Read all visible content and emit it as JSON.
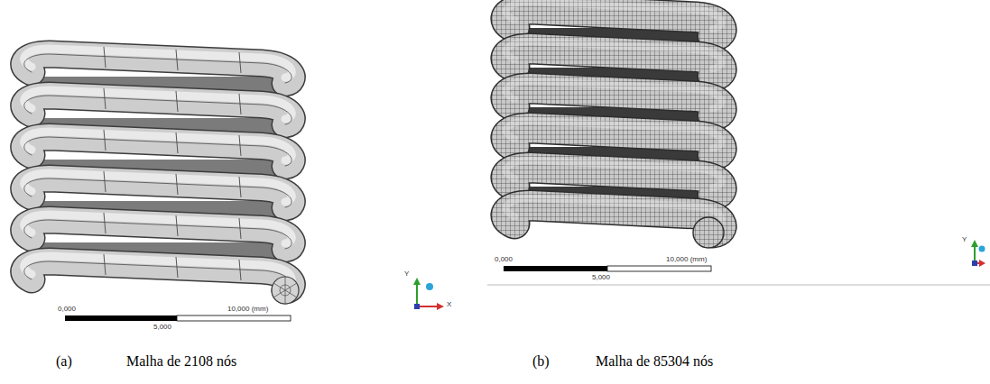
{
  "diagram": {
    "labels": [
      "0,000",
      "10,000 (mm)",
      "5,000",
      "Y",
      "X",
      "0,000",
      "10,000 (mm)",
      "5,000",
      "Y",
      "(a)",
      "Malha de 2108 nós",
      "(b)",
      "Malha de 85304 nós"
    ]
  }
}
